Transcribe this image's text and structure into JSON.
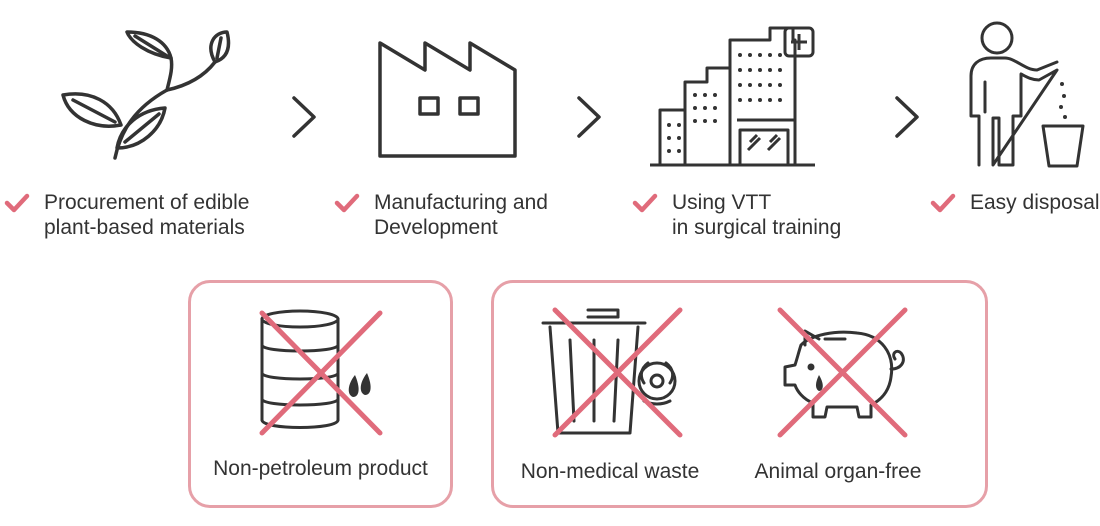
{
  "colors": {
    "accent": "#e06b7b",
    "panel_border": "#e6a0a8",
    "icon_stroke": "#333333"
  },
  "steps": [
    {
      "icon": "plant-leaves-icon",
      "lines": [
        "Procurement of  edible",
        "plant-based materials"
      ]
    },
    {
      "icon": "factory-icon",
      "lines": [
        "Manufacturing and",
        "Development"
      ]
    },
    {
      "icon": "hospital-building-icon",
      "lines": [
        "Using VTT",
        "in surgical training"
      ]
    },
    {
      "icon": "person-trash-icon",
      "lines": [
        "Easy disposal"
      ]
    }
  ],
  "panels": [
    {
      "items": [
        {
          "icon": "oil-barrel-icon",
          "label": "Non-petroleum product"
        }
      ]
    },
    {
      "items": [
        {
          "icon": "biohazard-bin-icon",
          "label": "Non-medical waste"
        },
        {
          "icon": "pig-icon",
          "label": "Animal organ-free"
        }
      ]
    }
  ]
}
